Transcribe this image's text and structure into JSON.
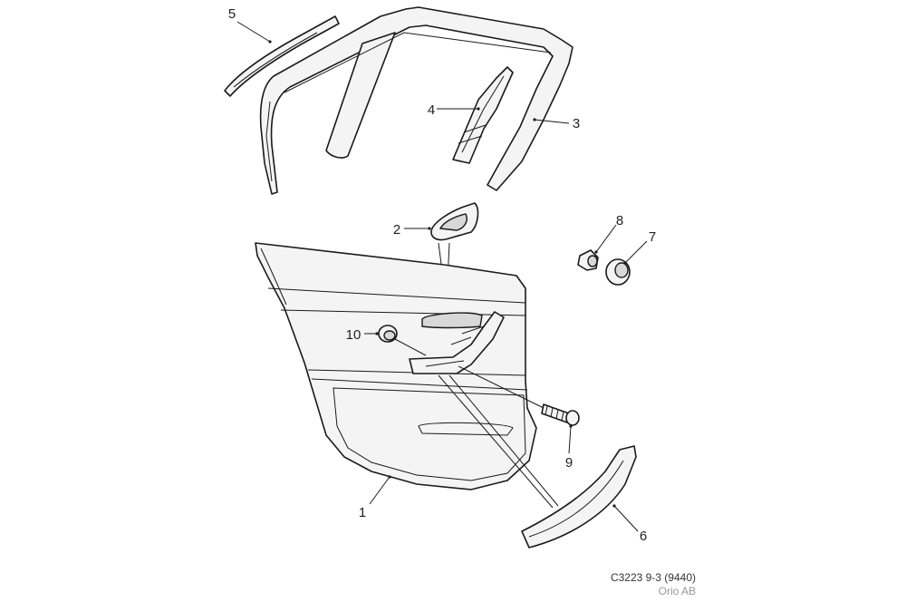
{
  "callouts": [
    {
      "id": 1,
      "label": "1"
    },
    {
      "id": 2,
      "label": "2"
    },
    {
      "id": 3,
      "label": "3"
    },
    {
      "id": 4,
      "label": "4"
    },
    {
      "id": 5,
      "label": "5"
    },
    {
      "id": 6,
      "label": "6"
    },
    {
      "id": 7,
      "label": "7"
    },
    {
      "id": 8,
      "label": "8"
    },
    {
      "id": 9,
      "label": "9"
    },
    {
      "id": 10,
      "label": "10"
    }
  ],
  "caption": {
    "code": "C3223 9-3 (9440)",
    "company": "Orio AB"
  },
  "colors": {
    "line": "#1a1a1a",
    "fill": "#f4f4f4",
    "caption_main": "#333333",
    "caption_sub": "#999999"
  }
}
